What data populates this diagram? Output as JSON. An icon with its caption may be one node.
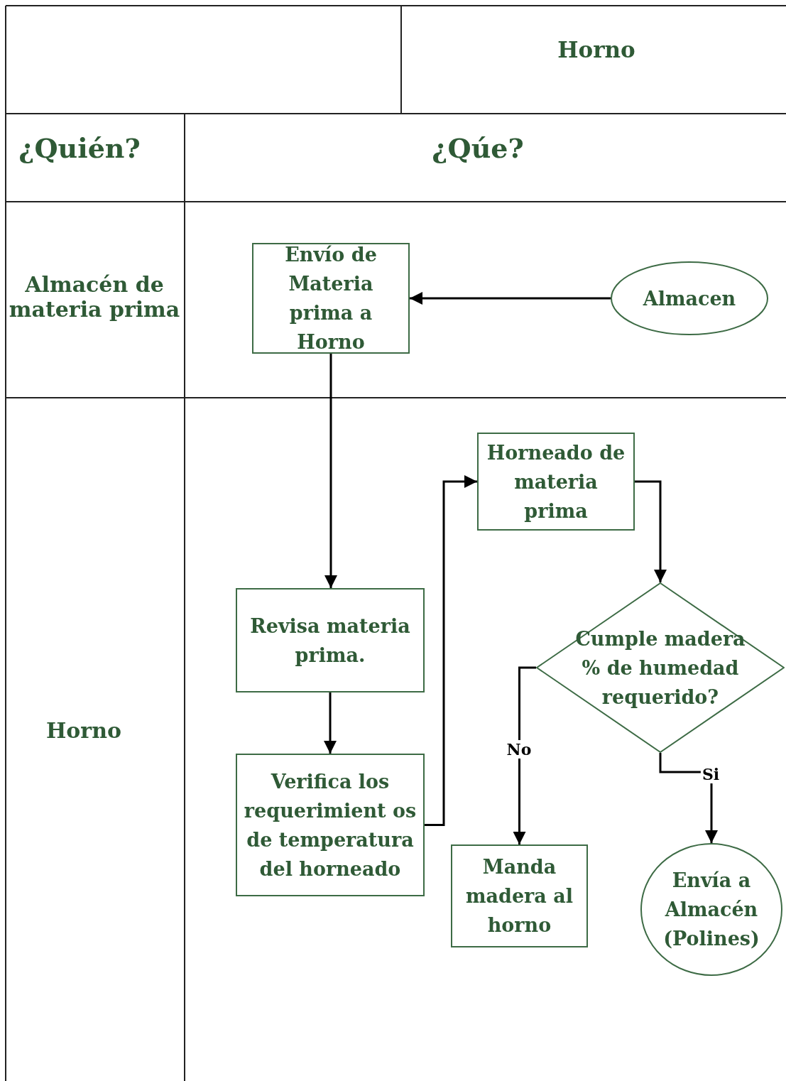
{
  "diagram": {
    "nodes": [
      {
        "text": [
          "Envío de Materia prima a Horno"
        ]
      },
      {
        "text": [
          "Almacen"
        ]
      },
      {
        "text": [
          "Revisa materia prima."
        ]
      },
      {
        "text": [
          "Verifica los requerimient os de temperatura del horneado"
        ]
      },
      {
        "text": [
          "Horneado de materia prima"
        ]
      },
      {
        "text": [
          "Cumple madera % de humedad requerido?"
        ]
      },
      {
        "text": [
          "Manda madera al horno"
        ]
      },
      {
        "text": [
          "Envía a Almacén (Polines)"
        ]
      }
    ],
    "edges": [
      {
        "from": 1,
        "to": 0,
        "arrow": "to"
      },
      {
        "from": 0,
        "to": 2,
        "arrow": "to"
      },
      {
        "from": 2,
        "to": 3,
        "arrow": "to"
      },
      {
        "from": 3,
        "to": 4,
        "arrow": "to"
      },
      {
        "from": 4,
        "to": 5,
        "arrow": "to"
      },
      {
        "from": 5,
        "to": 6,
        "arrow": "to",
        "label": "No"
      },
      {
        "from": 5,
        "to": 7,
        "arrow": "to",
        "label": "Si"
      }
    ],
    "labels": [
      "Horno",
      "¿Quién?",
      "¿Qúe?",
      "Almacén de materia prima",
      "Horno"
    ]
  }
}
